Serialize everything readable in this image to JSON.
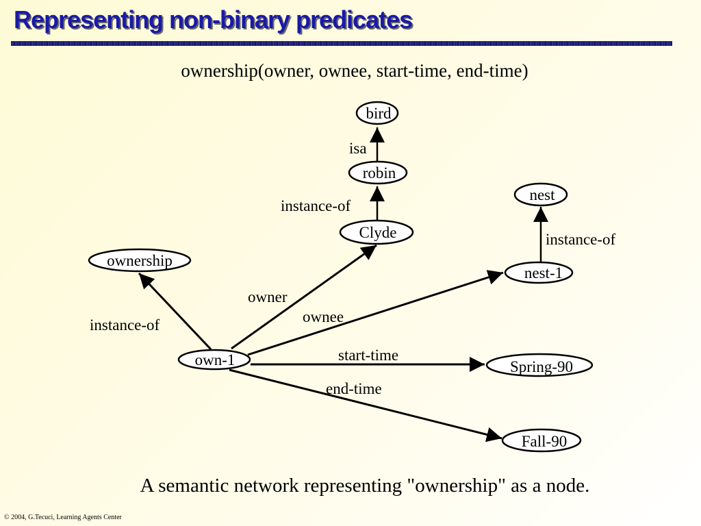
{
  "slide": {
    "title": "Representing non-binary predicates",
    "subtitle": "ownership(owner, ownee, start-time, end-time)",
    "caption": "A semantic network representing \"ownership\" as a node.",
    "footer": "© 2004, G.Tecuci, Learning Agents Center"
  },
  "colors": {
    "title": "#1a1aa6",
    "title_bar": "#1b1b6a",
    "ink": "#000000"
  },
  "network": {
    "nodes": {
      "bird": "bird",
      "robin": "robin",
      "clyde": "Clyde",
      "nest": "nest",
      "nest1": "nest-1",
      "ownership": "ownership",
      "own1": "own-1",
      "spring90": "Spring-90",
      "fall90": "Fall-90"
    },
    "edges": {
      "isa": "isa",
      "robin_instance_of": "instance-of",
      "nest_instance_of": "instance-of",
      "own_instance_of": "instance-of",
      "owner": "owner",
      "ownee": "ownee",
      "start_time": "start-time",
      "end_time": "end-time"
    }
  }
}
